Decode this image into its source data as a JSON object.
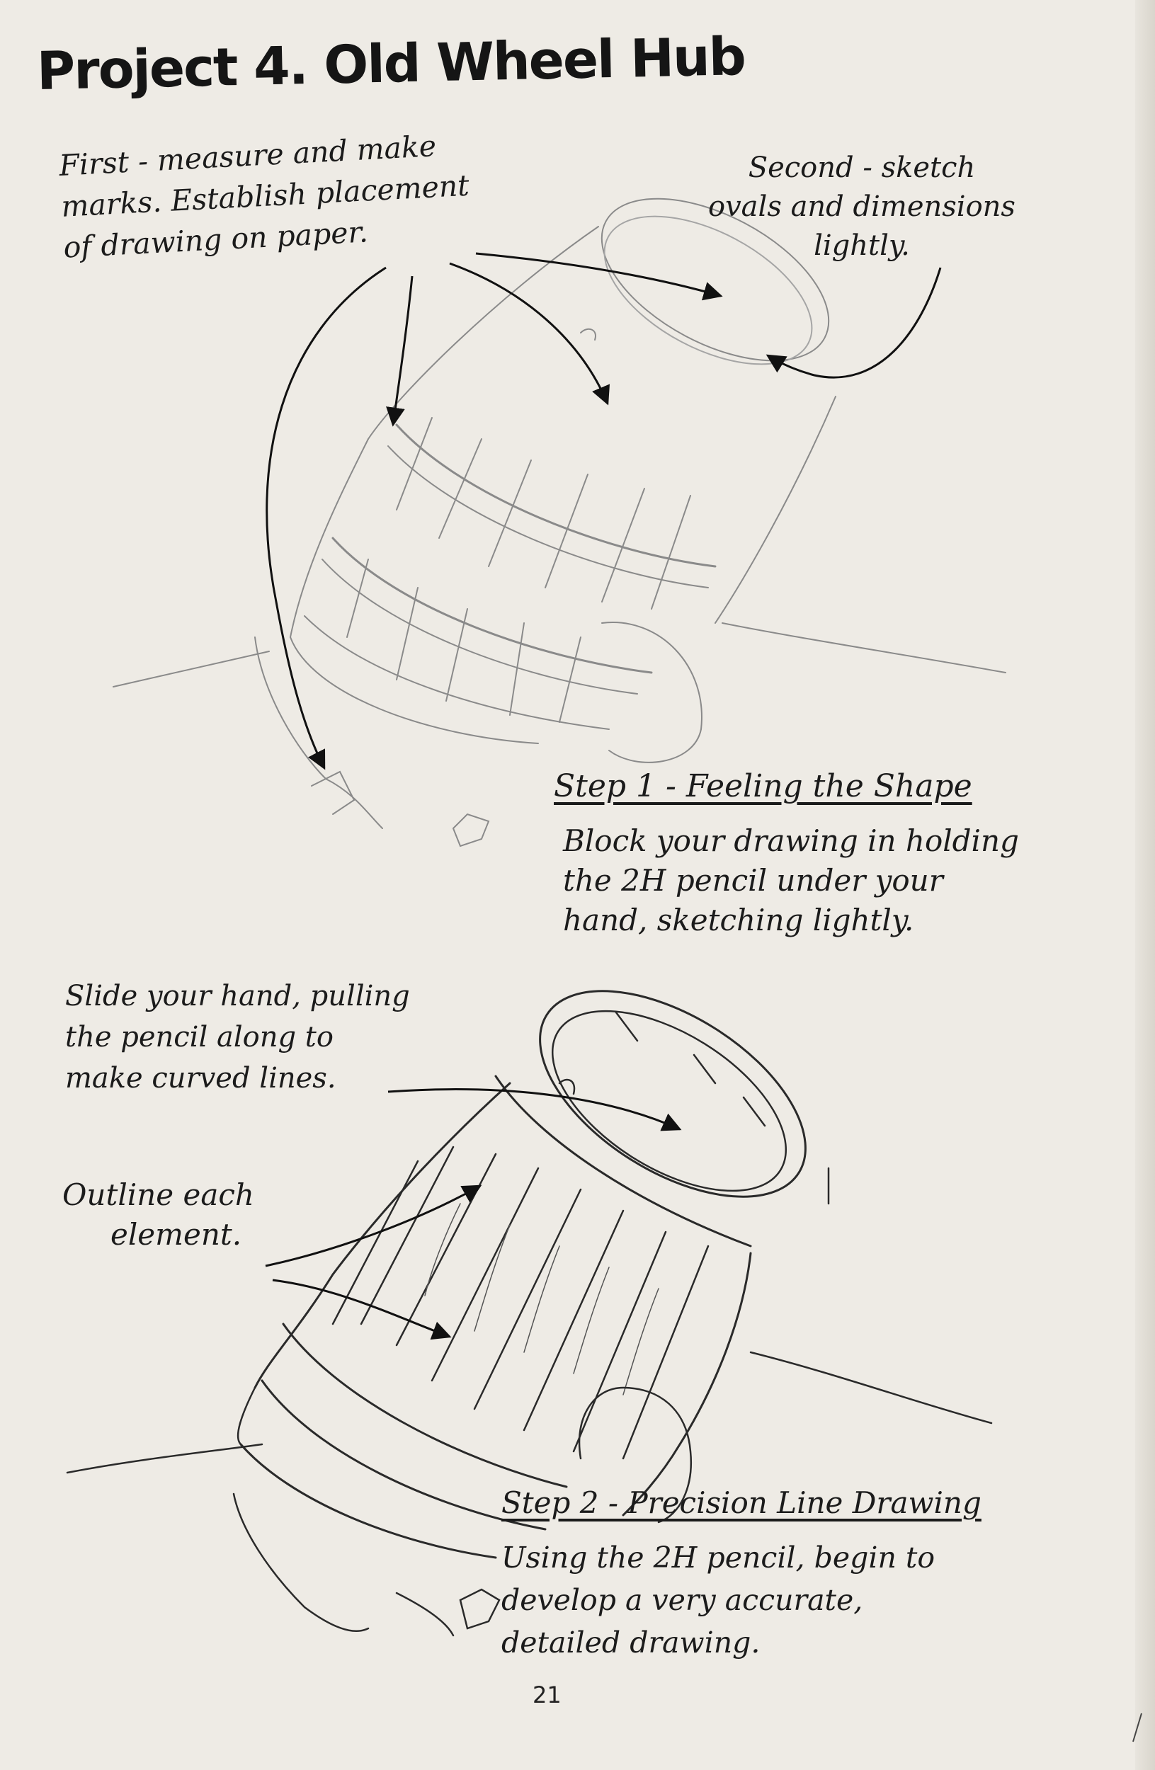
{
  "page": {
    "title": "Project 4. Old Wheel Hub",
    "page_number": "21"
  },
  "notes": {
    "first": [
      "First - measure and make",
      "marks. Establish placement",
      "of drawing on paper."
    ],
    "second": [
      "Second - sketch",
      "ovals and dimensions",
      "lightly."
    ],
    "slide": [
      "Slide your hand, pulling",
      "the pencil along to",
      "make curved lines."
    ],
    "outline": [
      "Outline each",
      "element."
    ]
  },
  "step1": {
    "heading": "Step 1 - Feeling the Shape",
    "text": [
      "Block your drawing in holding",
      "the 2H pencil under your",
      "hand, sketching lightly."
    ]
  },
  "step2": {
    "heading": "Step 2 - Precision Line Drawing",
    "text": [
      "Using the 2H pencil, begin to",
      "develop a very accurate,",
      "detailed drawing."
    ]
  },
  "illustrations": {
    "sketch": "rough-sketch-of-wheel-hub",
    "detailed": "detailed-line-drawing-of-wheel-hub"
  },
  "colors": {
    "paper": "#eeebe5",
    "ink": "#1b1b1b",
    "pencil": "#7a7a7a"
  }
}
